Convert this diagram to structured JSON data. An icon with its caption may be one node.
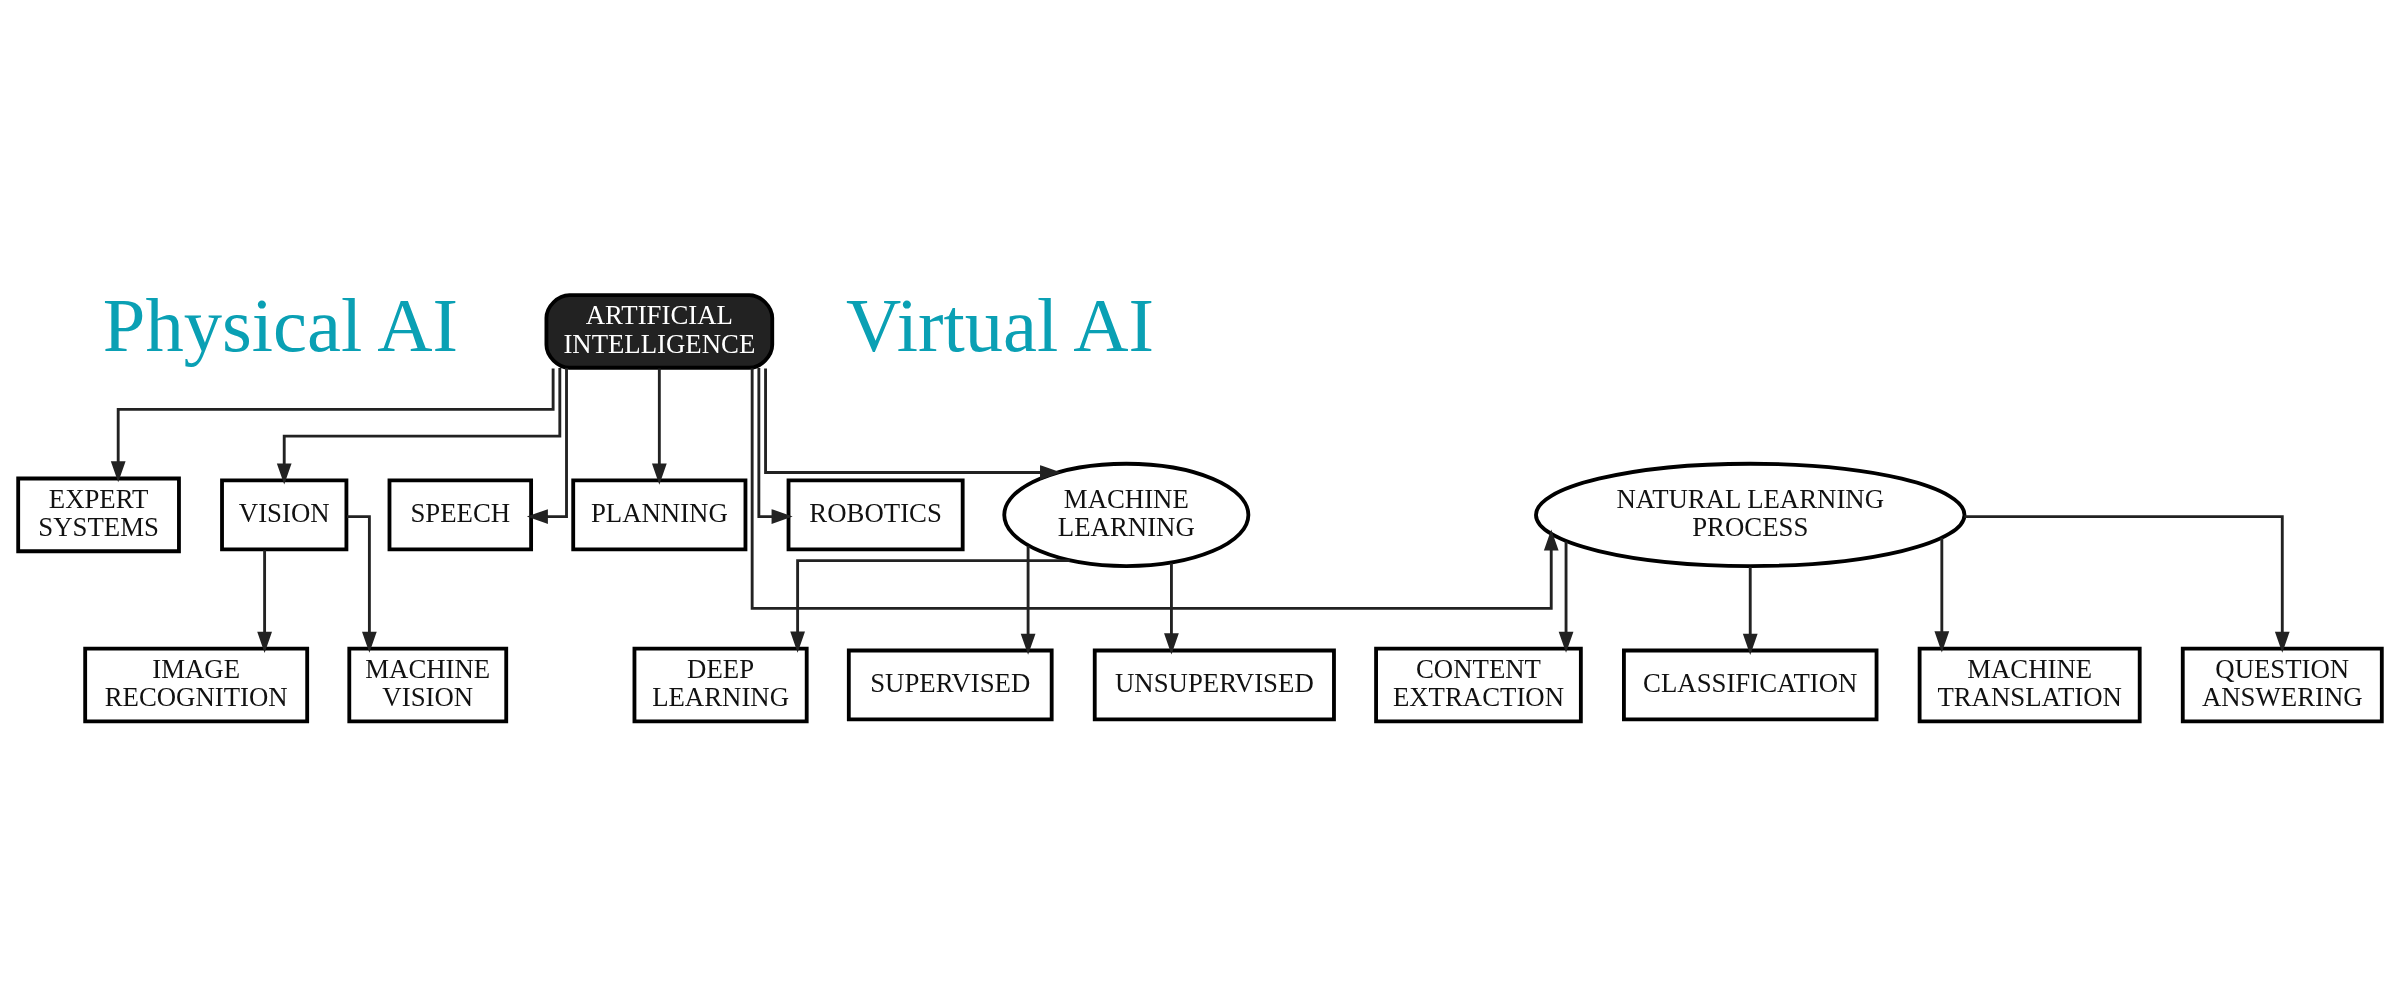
{
  "diagram": {
    "nodes": [
      {
        "text": [
          "ARTIFICIAL INTELLIGENCE"
        ]
      },
      {
        "text": [
          "EXPERT SYSTEMS"
        ]
      },
      {
        "text": [
          "VISION"
        ]
      },
      {
        "text": [
          "SPEECH"
        ]
      },
      {
        "text": [
          "PLANNING"
        ]
      },
      {
        "text": [
          "ROBOTICS"
        ]
      },
      {
        "text": [
          "IMAGE RECOGNITION"
        ]
      },
      {
        "text": [
          "MACHINE VISION"
        ]
      },
      {
        "text": [
          "MACHINE LEARNING"
        ]
      },
      {
        "text": [
          "NATURAL LEARNING PROCESS"
        ]
      },
      {
        "text": [
          "DEEP LEARNING"
        ]
      },
      {
        "text": [
          "SUPERVISED"
        ]
      },
      {
        "text": [
          "UNSUPERVISED"
        ]
      },
      {
        "text": [
          "CONTENT EXTRACTION"
        ]
      },
      {
        "text": [
          "CLASSIFICATION"
        ]
      },
      {
        "text": [
          "MACHINE TRANSLATION"
        ]
      },
      {
        "text": [
          "QUESTION ANSWERING"
        ]
      }
    ],
    "edges": [
      {
        "from": 0,
        "to": 1,
        "arrow": "to"
      },
      {
        "from": 0,
        "to": 2,
        "arrow": "to"
      },
      {
        "from": 0,
        "to": 3,
        "arrow": "to"
      },
      {
        "from": 0,
        "to": 4,
        "arrow": "to"
      },
      {
        "from": 0,
        "to": 5,
        "arrow": "to"
      },
      {
        "from": 2,
        "to": 6,
        "arrow": "to"
      },
      {
        "from": 2,
        "to": 7,
        "arrow": "to"
      },
      {
        "from": 0,
        "to": 8,
        "arrow": "to"
      },
      {
        "from": 0,
        "to": 9,
        "arrow": "to"
      },
      {
        "from": 8,
        "to": 10,
        "arrow": "to"
      },
      {
        "from": 8,
        "to": 11,
        "arrow": "to"
      },
      {
        "from": 8,
        "to": 12,
        "arrow": "to"
      },
      {
        "from": 9,
        "to": 13,
        "arrow": "to"
      },
      {
        "from": 9,
        "to": 14,
        "arrow": "to"
      },
      {
        "from": 9,
        "to": 15,
        "arrow": "to"
      },
      {
        "from": 9,
        "to": 16,
        "arrow": "to"
      }
    ],
    "labels": [
      "Physical AI",
      "Virtual AI"
    ]
  }
}
